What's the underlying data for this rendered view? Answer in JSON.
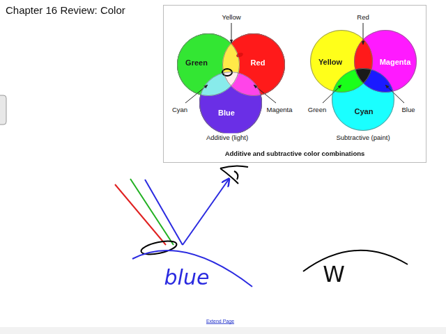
{
  "diagram": {
    "title": "Chapter 16 Review: Color",
    "caption": "Additive and subtractive color combinations",
    "nodes": [
      {
        "text": [
          "Green"
        ]
      },
      {
        "text": [
          "Red"
        ]
      },
      {
        "text": [
          "Blue"
        ]
      },
      {
        "text": [
          "Yellow"
        ]
      },
      {
        "text": [
          "Magenta"
        ]
      },
      {
        "text": [
          "Cyan"
        ]
      }
    ],
    "labels": [
      "Yellow",
      "Cyan",
      "Magenta",
      "Additive (light)",
      "Red",
      "Green",
      "Blue",
      "Subtractive (paint)",
      "blue",
      "W",
      "Extend Page"
    ]
  }
}
